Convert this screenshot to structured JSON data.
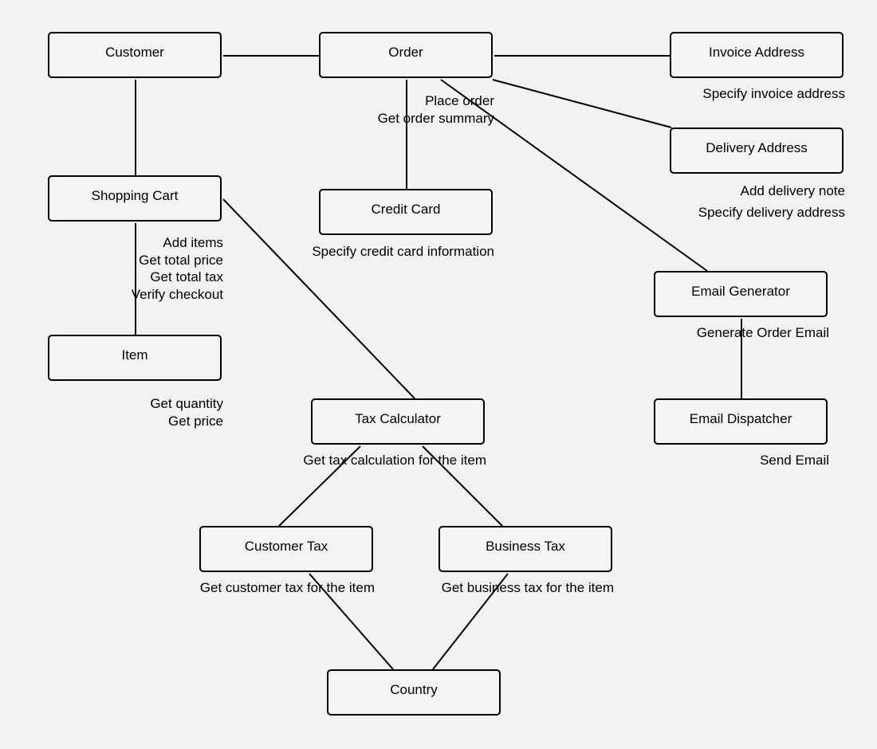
{
  "nodes": {
    "customer": {
      "label": "Customer",
      "methods": []
    },
    "order": {
      "label": "Order",
      "methods": [
        "Place order",
        "Get order summary"
      ]
    },
    "invoice_address": {
      "label": "Invoice Address",
      "methods": [
        "Specify invoice address"
      ]
    },
    "delivery_address": {
      "label": "Delivery Address",
      "methods": [
        "Add delivery note",
        "Specify delivery address"
      ]
    },
    "shopping_cart": {
      "label": "Shopping Cart",
      "methods": [
        "Add items",
        "Get total price",
        "Get total tax",
        "Verify checkout"
      ]
    },
    "credit_card": {
      "label": "Credit Card",
      "methods": [
        "Specify credit card information"
      ]
    },
    "email_generator": {
      "label": "Email Generator",
      "methods": [
        "Generate Order Email"
      ]
    },
    "item": {
      "label": "Item",
      "methods": [
        "Get quantity",
        "Get price"
      ]
    },
    "tax_calculator": {
      "label": "Tax Calculator",
      "methods": [
        "Get tax calculation for the item"
      ]
    },
    "email_dispatcher": {
      "label": "Email Dispatcher",
      "methods": [
        "Send Email"
      ]
    },
    "customer_tax": {
      "label": "Customer Tax",
      "methods": [
        "Get customer tax for the item"
      ]
    },
    "business_tax": {
      "label": "Business Tax",
      "methods": [
        "Get business tax for the item"
      ]
    },
    "country": {
      "label": "Country",
      "methods": []
    }
  },
  "edges": [
    [
      "customer",
      "order"
    ],
    [
      "order",
      "invoice_address"
    ],
    [
      "order",
      "delivery_address"
    ],
    [
      "order",
      "credit_card"
    ],
    [
      "order",
      "email_generator"
    ],
    [
      "customer",
      "shopping_cart"
    ],
    [
      "shopping_cart",
      "item"
    ],
    [
      "shopping_cart",
      "tax_calculator"
    ],
    [
      "email_generator",
      "email_dispatcher"
    ],
    [
      "tax_calculator",
      "customer_tax"
    ],
    [
      "tax_calculator",
      "business_tax"
    ],
    [
      "customer_tax",
      "country"
    ],
    [
      "business_tax",
      "country"
    ]
  ]
}
